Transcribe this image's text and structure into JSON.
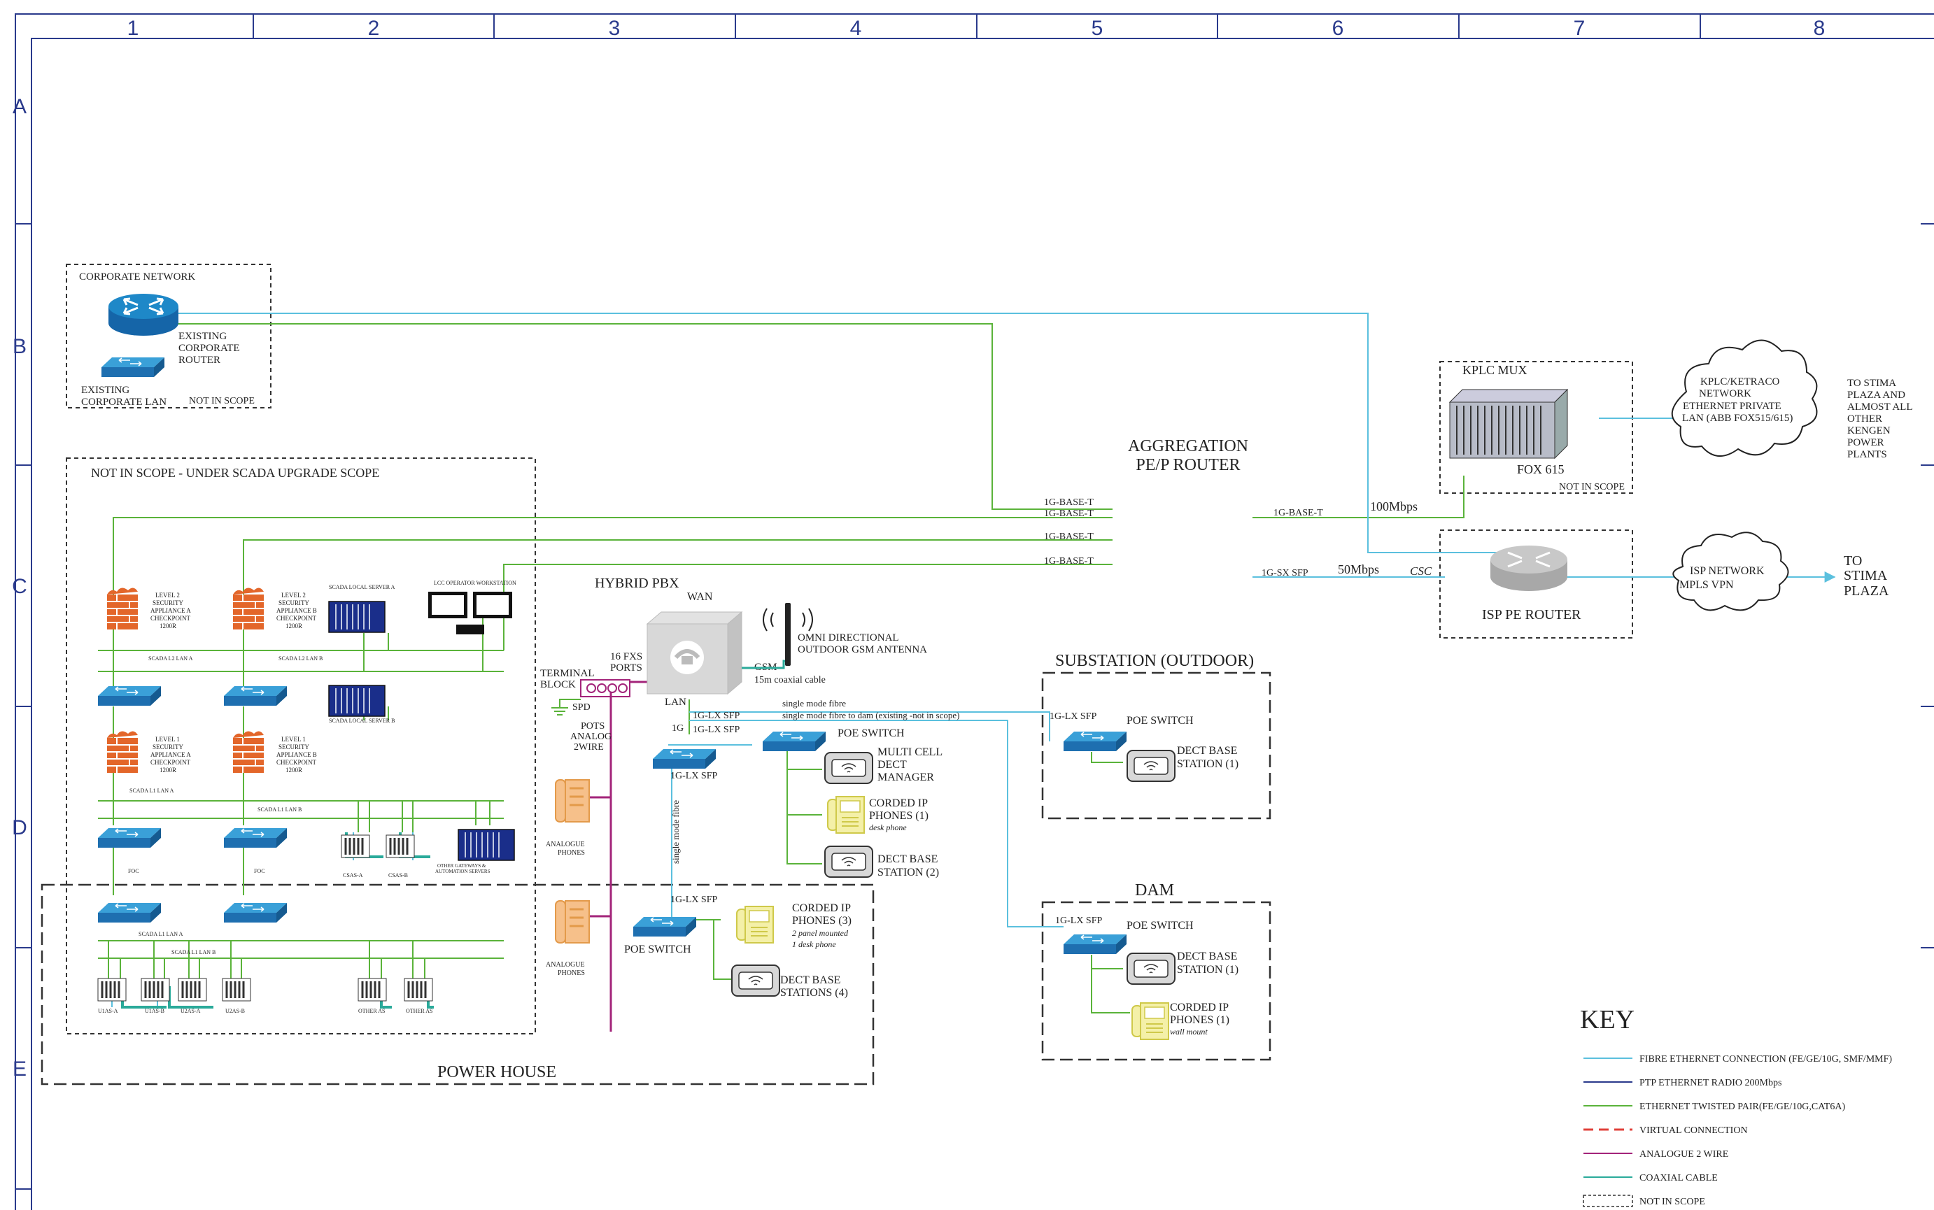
{
  "frame": {
    "columns": [
      "1",
      "2",
      "3",
      "4",
      "5",
      "6",
      "7",
      "8"
    ],
    "rows": [
      "A",
      "B",
      "C",
      "D",
      "E"
    ]
  },
  "corporate": {
    "title": "CORPORATE NETWORK",
    "router_label": [
      "EXISTING",
      "CORPORATE",
      "ROUTER"
    ],
    "lan_label": [
      "EXISTING",
      "CORPORATE LAN"
    ],
    "scope": "NOT IN SCOPE"
  },
  "scada": {
    "title": "NOT IN SCOPE - UNDER SCADA UPGRADE SCOPE",
    "l2a": [
      "LEVEL 2",
      "SECURITY",
      "APPLIANCE A",
      "CHECKPOINT",
      "1200R"
    ],
    "l2b": [
      "LEVEL 2",
      "SECURITY",
      "APPLIANCE B",
      "CHECKPOINT",
      "1200R"
    ],
    "l1a": [
      "LEVEL 1",
      "SECURITY",
      "APPLIANCE A",
      "CHECKPOINT",
      "1200R"
    ],
    "l1b": [
      "LEVEL 1",
      "SECURITY",
      "APPLIANCE B",
      "CHECKPOINT",
      "1200R"
    ],
    "server_a": "SCADA LOCAL SERVER A",
    "server_b": "SCADA LOCAL SERVER B",
    "operator_ws": "LCC OPERATOR WORKSTATION",
    "l2_lan_a": "SCADA L2 LAN A",
    "l2_lan_b": "SCADA L2 LAN B",
    "l1_lan_a": "SCADA L1 LAN A",
    "l1_lan_b": "SCADA L1 LAN B",
    "l1_lan_a2": "SCADA L1 LAN A",
    "l1_lan_b2": "SCADA L1 LAN B",
    "foc1": "FOC",
    "foc2": "FOC",
    "csas_a": "CSAS-A",
    "csas_b": "CSAS-B",
    "other_gw": [
      "OTHER GATEWAYS &",
      "AUTOMATION SERVERS"
    ],
    "u1as_a": "U1AS-A",
    "u1as_b": "U1AS-B",
    "u2as_a": "U2AS-A",
    "u2as_b": "U2AS-B",
    "other_as1": "OTHER AS",
    "other_as2": "OTHER AS"
  },
  "powerhouse": {
    "title": "POWER HOUSE"
  },
  "pbx": {
    "title": "HYBRID PBX",
    "wan": "WAN",
    "lan": "LAN",
    "gsm": "GSM",
    "coax": "15m coaxial cable",
    "fxs": [
      "16 FXS",
      "PORTS"
    ],
    "antenna": [
      "OMNI DIRECTIONAL",
      "OUTDOOR GSM ANTENNA"
    ],
    "terminal": [
      "TERMINAL",
      "BLOCK"
    ],
    "spd": "SPD",
    "pots": [
      "POTS",
      "ANALOG",
      "2WIRE"
    ],
    "analogue1": [
      "ANALOGUE",
      "PHONES"
    ],
    "analogue2": [
      "ANALOGUE",
      "PHONES"
    ]
  },
  "ph_net": {
    "g1": "1G",
    "lx1": "1G-LX SFP",
    "lx2": "1G-LX SFP",
    "lx3": "1G-LX SFP",
    "lx4": "1G-LX SFP",
    "smf1": "single mode fibre",
    "smf2": "single mode fibre to dam (existing -not in scope)",
    "smf_vert": "single mode fibre",
    "poe1": "POE SWITCH",
    "poe2": "POE SWITCH",
    "mcdm": [
      "MULTI CELL",
      "DECT",
      "MANAGER"
    ],
    "corded1": [
      "CORDED IP",
      "PHONES (1)"
    ],
    "corded1_note": "desk phone",
    "dect2": [
      "DECT BASE",
      "STATION (2)"
    ],
    "corded3": [
      "CORDED IP",
      "PHONES (3)"
    ],
    "corded3_note": [
      "2 panel mounted",
      "1 desk phone"
    ],
    "dect4": [
      "DECT BASE",
      "STATIONS (4)"
    ]
  },
  "substation": {
    "title": "SUBSTATION (OUTDOOR)",
    "sfp": "1G-LX SFP",
    "poe": "POE SWITCH",
    "dect": [
      "DECT BASE",
      "STATION (1)"
    ]
  },
  "dam": {
    "title": "DAM",
    "sfp": "1G-LX SFP",
    "poe": "POE SWITCH",
    "dect": [
      "DECT BASE",
      "STATION (1)"
    ],
    "corded": [
      "CORDED IP",
      "PHONES (1)"
    ],
    "corded_note": "wall mount"
  },
  "agg": {
    "title": [
      "AGGREGATION",
      "PE/P ROUTER"
    ],
    "links": [
      "1G-BASE-T",
      "1G-BASE-T",
      "1G-BASE-T",
      "1G-BASE-T"
    ],
    "right_link": "1G-BASE-T",
    "speed_mux": "100Mbps",
    "sfp": "1G-SX SFP",
    "speed_isp": "50Mbps",
    "csc": "CSC"
  },
  "kplc": {
    "title": "KPLC MUX",
    "fox": "FOX 615",
    "scope": "NOT IN SCOPE",
    "cloud": [
      "KPLC/KETRACO",
      "NETWORK",
      "ETHERNET PRIVATE",
      "LAN (ABB FOX515/615)"
    ],
    "dest": [
      "TO STIMA",
      "PLAZA AND",
      "ALMOST ALL",
      "OTHER",
      "KENGEN",
      "POWER",
      "PLANTS"
    ]
  },
  "isp": {
    "router": "ISP PE ROUTER",
    "cloud": [
      "ISP NETWORK",
      "MPLS VPN"
    ],
    "dest": [
      "TO",
      "STIMA",
      "PLAZA"
    ]
  },
  "key": {
    "title": "KEY",
    "items": [
      {
        "label": "FIBRE ETHERNET CONNECTION (FE/GE/10G, SMF/MMF)",
        "color": "#5bc0de"
      },
      {
        "label": "PTP ETHERNET RADIO 200Mbps",
        "color": "#2a3a8c"
      },
      {
        "label": "ETHERNET TWISTED PAIR(FE/GE/10G,CAT6A)",
        "color": "#5ab33a"
      },
      {
        "label": "VIRTUAL CONNECTION",
        "color": "#e0403a"
      },
      {
        "label": "ANALOGUE 2 WIRE",
        "color": "#a3247a"
      },
      {
        "label": "COAXIAL CABLE",
        "color": "#2aaa9a"
      },
      {
        "label": "NOT IN SCOPE",
        "color": "#333333"
      }
    ]
  },
  "colors": {
    "fibre": "#5bc0de",
    "ethernet": "#5ab33a",
    "analogue": "#a3247a",
    "coax": "#2aaa9a",
    "frame": "#2a3a8c",
    "router": "#1e88c8"
  }
}
